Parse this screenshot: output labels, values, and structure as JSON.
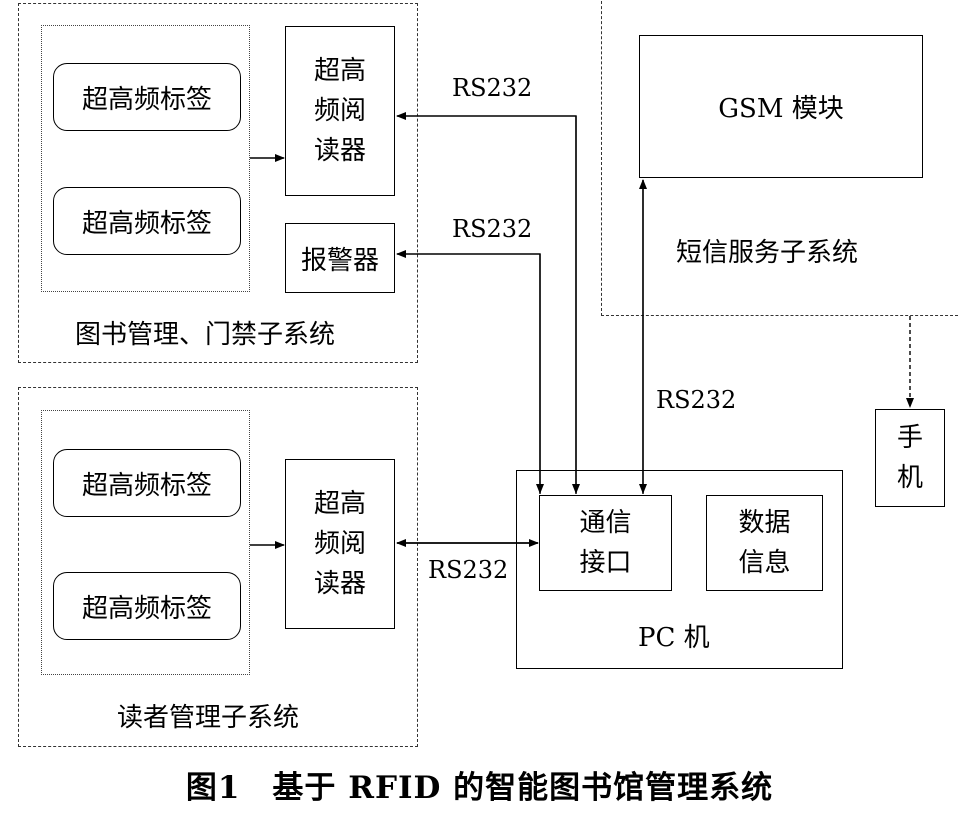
{
  "subsystems": {
    "library_gate": {
      "title": "图书管理、门禁子系统",
      "tags": [
        "超高频标签",
        "超高频标签"
      ],
      "reader": [
        "超高",
        "频阅",
        "读器"
      ],
      "alarm": "报警器"
    },
    "reader_mgmt": {
      "title": "读者管理子系统",
      "tags": [
        "超高频标签",
        "超高频标签"
      ],
      "reader": [
        "超高",
        "频阅",
        "读器"
      ]
    },
    "sms": {
      "title": "短信服务子系统",
      "gsm": "GSM 模块"
    }
  },
  "pc": {
    "title": "PC 机",
    "comm": [
      "通信",
      "接口"
    ],
    "data": [
      "数据",
      "信息"
    ]
  },
  "phone": [
    "手",
    "机"
  ],
  "links": {
    "reader_to_pc": "RS232",
    "alarm_to_pc": "RS232",
    "gsm_to_pc": "RS232",
    "reader2_to_pc": "RS232"
  },
  "caption": "图1　基于 RFID 的智能图书馆管理系统"
}
